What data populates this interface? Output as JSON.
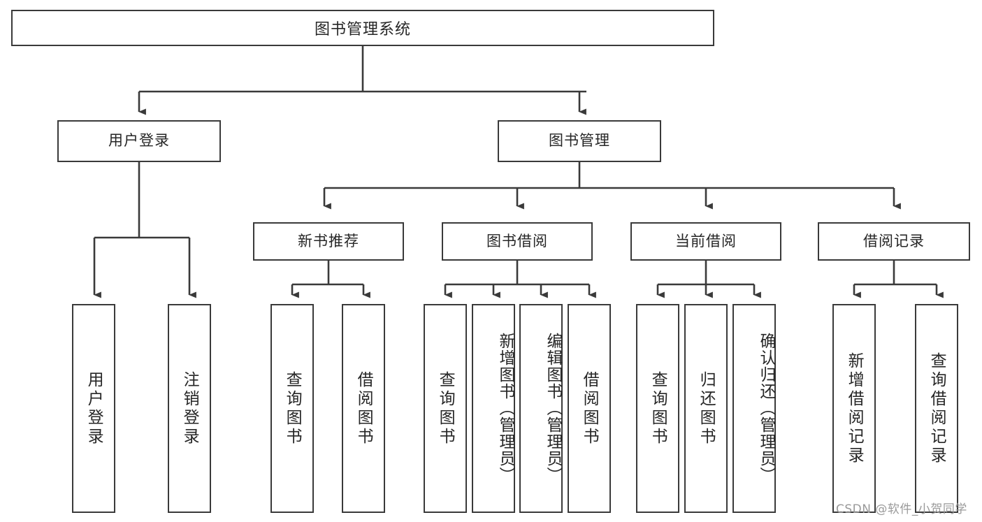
{
  "diagram": {
    "title": "图书管理系统",
    "type": "hierarchy-tree",
    "colors": {
      "stroke": "#3a3a3a",
      "fill": "#ffffff",
      "text": "#262626",
      "watermark": "#9a9a9a"
    },
    "root": {
      "label": "图书管理系统"
    },
    "level1": [
      {
        "label": "用户登录"
      },
      {
        "label": "图书管理"
      }
    ],
    "level2": [
      {
        "label": "新书推荐"
      },
      {
        "label": "图书借阅"
      },
      {
        "label": "当前借阅"
      },
      {
        "label": "借阅记录"
      }
    ],
    "leaves": {
      "user_login": [
        {
          "label": "用户登录"
        },
        {
          "label": "注销登录"
        }
      ],
      "new_book_recommend": [
        {
          "label": "查询图书"
        },
        {
          "label": "借阅图书"
        }
      ],
      "book_borrow": [
        {
          "label": "查询图书"
        },
        {
          "label": "新增图书（管理员）"
        },
        {
          "label": "编辑图书（管理员）"
        },
        {
          "label": "借阅图书"
        }
      ],
      "current_borrow": [
        {
          "label": "查询图书"
        },
        {
          "label": "归还图书"
        },
        {
          "label": "确认归还（管理员）"
        }
      ],
      "borrow_record": [
        {
          "label": "新增借阅记录"
        },
        {
          "label": "查询借阅记录"
        }
      ]
    }
  },
  "watermark": {
    "text": "CSDN @软件_小贺同学"
  }
}
